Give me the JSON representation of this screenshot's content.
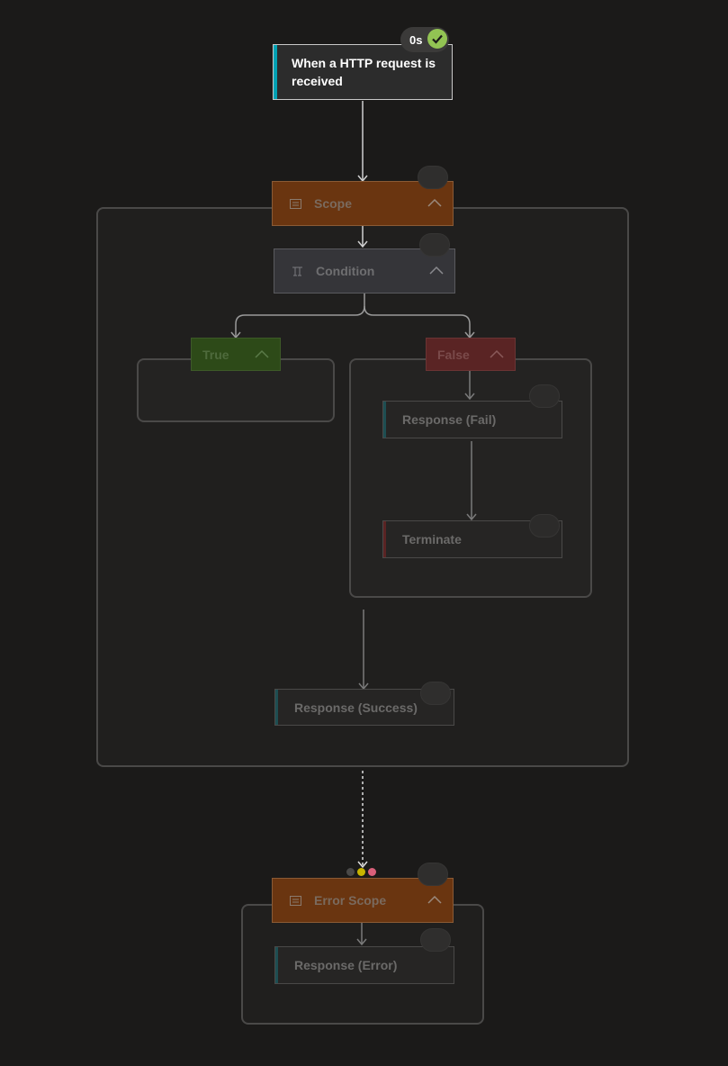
{
  "trigger": {
    "label": "When a HTTP request is received",
    "runtime": "0s",
    "status_color": "#92c353",
    "accent": "#00a1b3"
  },
  "scope": {
    "label": "Scope",
    "icon": "scope-icon",
    "color": "#6a3510"
  },
  "condition": {
    "label": "Condition",
    "icon": "condition-icon"
  },
  "branches": {
    "true_label": "True",
    "false_label": "False"
  },
  "actions": {
    "response_fail": "Response (Fail)",
    "terminate": "Terminate",
    "response_success": "Response (Success)"
  },
  "error_scope": {
    "label": "Error Scope",
    "icon": "scope-icon",
    "action": "Response (Error)",
    "run_after_colors": [
      "#4a4948",
      "#c8b400",
      "#d9607a"
    ]
  }
}
